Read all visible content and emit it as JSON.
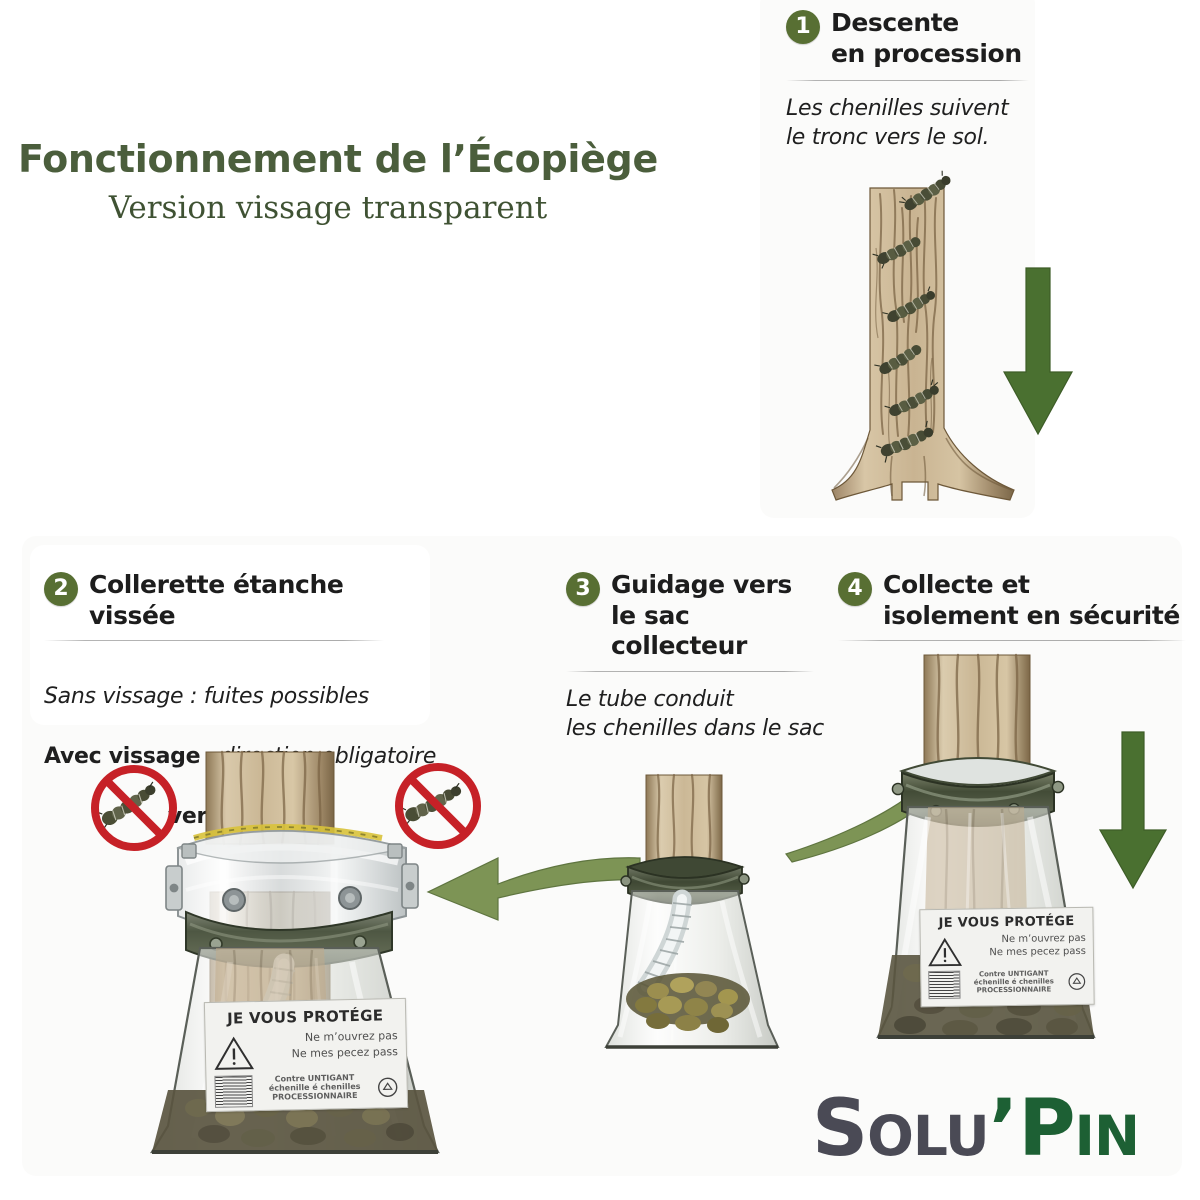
{
  "title": {
    "main": "Fonctionnement de l’Écopiège",
    "sub": "Version vissage transparent"
  },
  "brand": {
    "part1": "Solu",
    "apostrophe": "’",
    "part2": "Pin",
    "color1": "#4a4a55",
    "color2": "#1d6034"
  },
  "colors": {
    "badge_green": "#586f33",
    "title_green": "#4b5e3c",
    "arrow_green": "#4a7030",
    "flow_arrow_green": "#7d9455",
    "collar_green": "#4a5a3c",
    "bark_light": "#d9c7a8",
    "bark_dark": "#7d6244",
    "caterpillar": "#4a4c32",
    "prohibition_red": "#c62127"
  },
  "steps": [
    {
      "number": "1",
      "title": "Descente\nen procession",
      "desc": "Les chenilles suivent\nle tronc vers le sol."
    },
    {
      "number": "2",
      "title": "Collerette étanche\nvissée",
      "desc_line1_italic": "Sans vissage : fuites possibles",
      "desc_line2_bold": "Avec vissage",
      "desc_line2_rest": " : direction obligatoire",
      "desc_line3": "vers le tube."
    },
    {
      "number": "3",
      "title": "Guidage vers\nle sac collecteur",
      "desc": "Le tube conduit\nles chenilles dans le sac"
    },
    {
      "number": "4",
      "title": "Collecte et\nisolement en sécurité"
    }
  ],
  "bag_label": {
    "title": "JE VOUS PROTÉGE",
    "line1": "Ne m’ouvrez pas",
    "line2": "Ne mes pecez pass",
    "micro1": "Contre UNTIGANT",
    "micro2": "échenille é chenilles",
    "micro3": "PROCESSIONNAIRE"
  },
  "icons": {
    "prohibition_left": "no-caterpillar-icon",
    "prohibition_right": "no-caterpillar-icon",
    "arrow_down_step1": "arrow-down-icon",
    "arrow_down_step4": "arrow-down-icon",
    "flow_arrow_left": "arrow-left-icon",
    "flow_arrow_upright": "arrow-up-right-icon"
  }
}
